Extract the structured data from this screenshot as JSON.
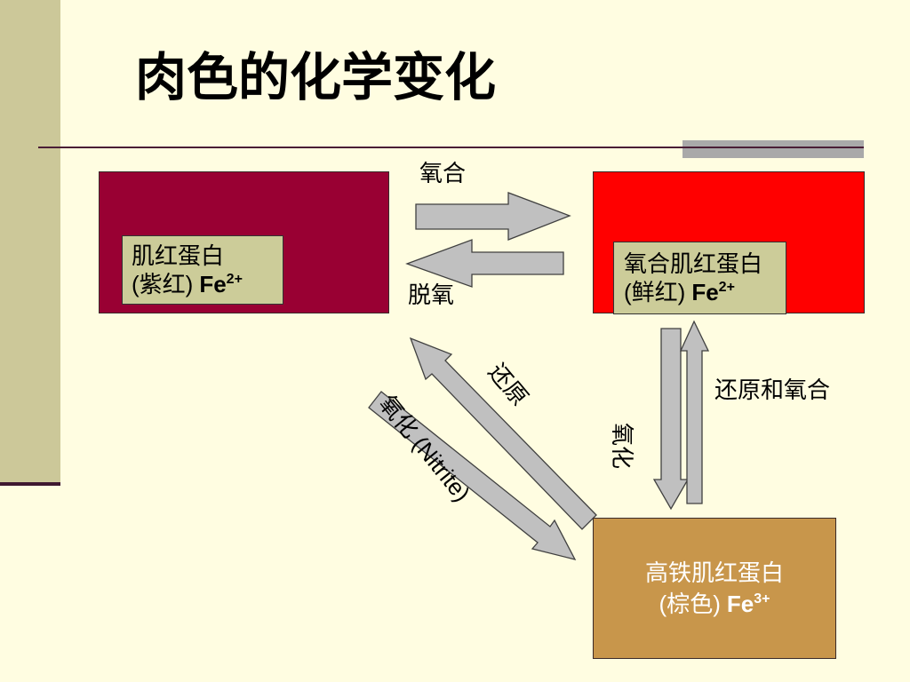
{
  "slide": {
    "title": "肉色的化学变化"
  },
  "states": {
    "myoglobin": {
      "name": "肌红蛋白",
      "color_label": "(紫红)",
      "element": "Fe",
      "charge": "2+",
      "fill": "#990033"
    },
    "oxymyoglobin": {
      "name": "氧合肌红蛋白",
      "color_label": "(鲜红)",
      "element": "Fe",
      "charge": "2+",
      "fill": "#FF0000"
    },
    "metmyoglobin": {
      "name": "高铁肌红蛋白",
      "color_label": "(棕色)",
      "element": "Fe",
      "charge": "3+",
      "fill": "#C8964B"
    }
  },
  "transitions": {
    "oxygenation": "氧合",
    "deoxygenation": "脱氧",
    "oxidation": "氧化",
    "reduction_and_oxygenation": "还原和氧合",
    "reduction": "还原",
    "nitrite_oxidation": "氧化 (Nitrite)"
  },
  "colors": {
    "background": "#FFFDE1",
    "accent_band": "#CCC899",
    "label_box": "#CCCC99",
    "rule": "#4A1E36",
    "arrow_fill": "#C0C0C0"
  }
}
